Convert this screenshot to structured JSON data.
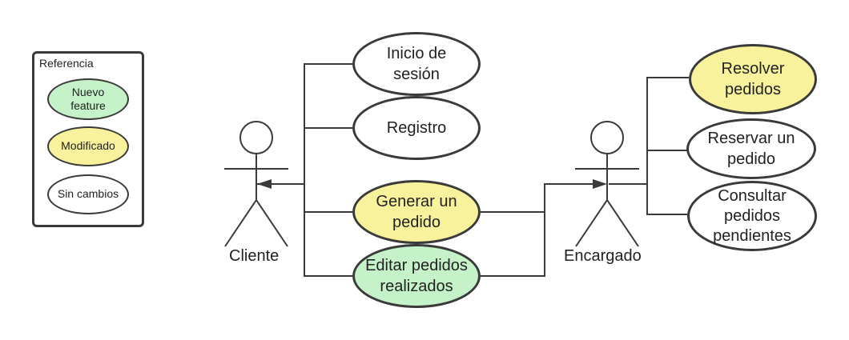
{
  "colors": {
    "new_feature": "#c6f2c9",
    "modified": "#f9f29c",
    "unchanged": "#ffffff",
    "stroke": "#3a3a3a"
  },
  "legend": {
    "title": "Referencia",
    "new_feature": "Nuevo\nfeature",
    "modified": "Modificado",
    "unchanged": "Sin cambios"
  },
  "actors": {
    "client": "Cliente",
    "manager": "Encargado"
  },
  "use_cases": {
    "login": "Inicio de\nsesión",
    "register": "Registro",
    "generate_order": "Generar un\npedido",
    "edit_orders": "Editar pedidos\nrealizados",
    "resolve_orders": "Resolver\npedidos",
    "reserve_order": "Reservar un\npedido",
    "pending_orders": "Consultar\npedidos\npendientes"
  }
}
